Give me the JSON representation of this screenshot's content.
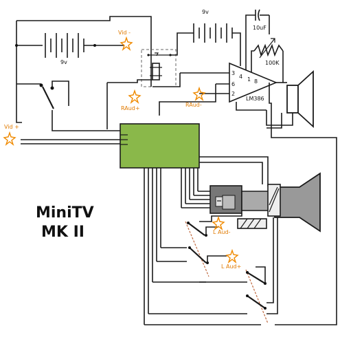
{
  "labels": {
    "battery_left": "9v",
    "battery_right": "9v",
    "capacitor": "10uF",
    "potentiometer": "100K",
    "amplifier": "LM386",
    "amp_pin_3": "3",
    "amp_pin_4": "4",
    "amp_pin_1": "1",
    "amp_pin_8": "8",
    "amp_pin_6": "6",
    "amp_pin_2": "2",
    "vid_minus": "Vid -",
    "vid_plus": "Vid +",
    "raud_plus": "RAud+",
    "raud_minus": "RAud-",
    "laud_minus": "L Aud-",
    "laud_plus": "L Aud+"
  },
  "title": {
    "line1": "MiniTV",
    "line2": "MK II"
  },
  "colors": {
    "pcb": "#8ab84a",
    "star": "#f08a00",
    "wire": "#1a1a1a"
  }
}
